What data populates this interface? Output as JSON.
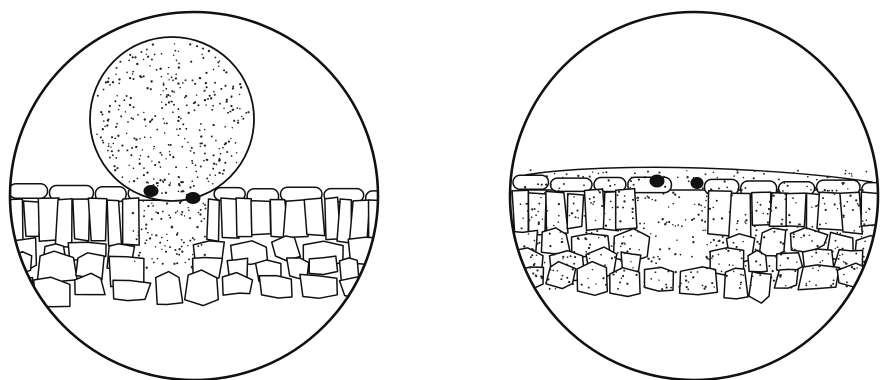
{
  "figure": {
    "panels": [
      {
        "label": "",
        "elements": [
          "circular-field",
          "epidermis",
          "palisade-cells",
          "spongy-cells",
          "stoma-pore",
          "substomatal-cavity",
          "droplet"
        ]
      },
      {
        "label": "",
        "elements": [
          "circular-field",
          "epidermis",
          "surface-film",
          "palisade-cells",
          "spongy-cells",
          "stoma-pore",
          "substomatal-cavity"
        ]
      }
    ]
  },
  "colors": {
    "ink": "#111111",
    "paper": "#ffffff"
  }
}
